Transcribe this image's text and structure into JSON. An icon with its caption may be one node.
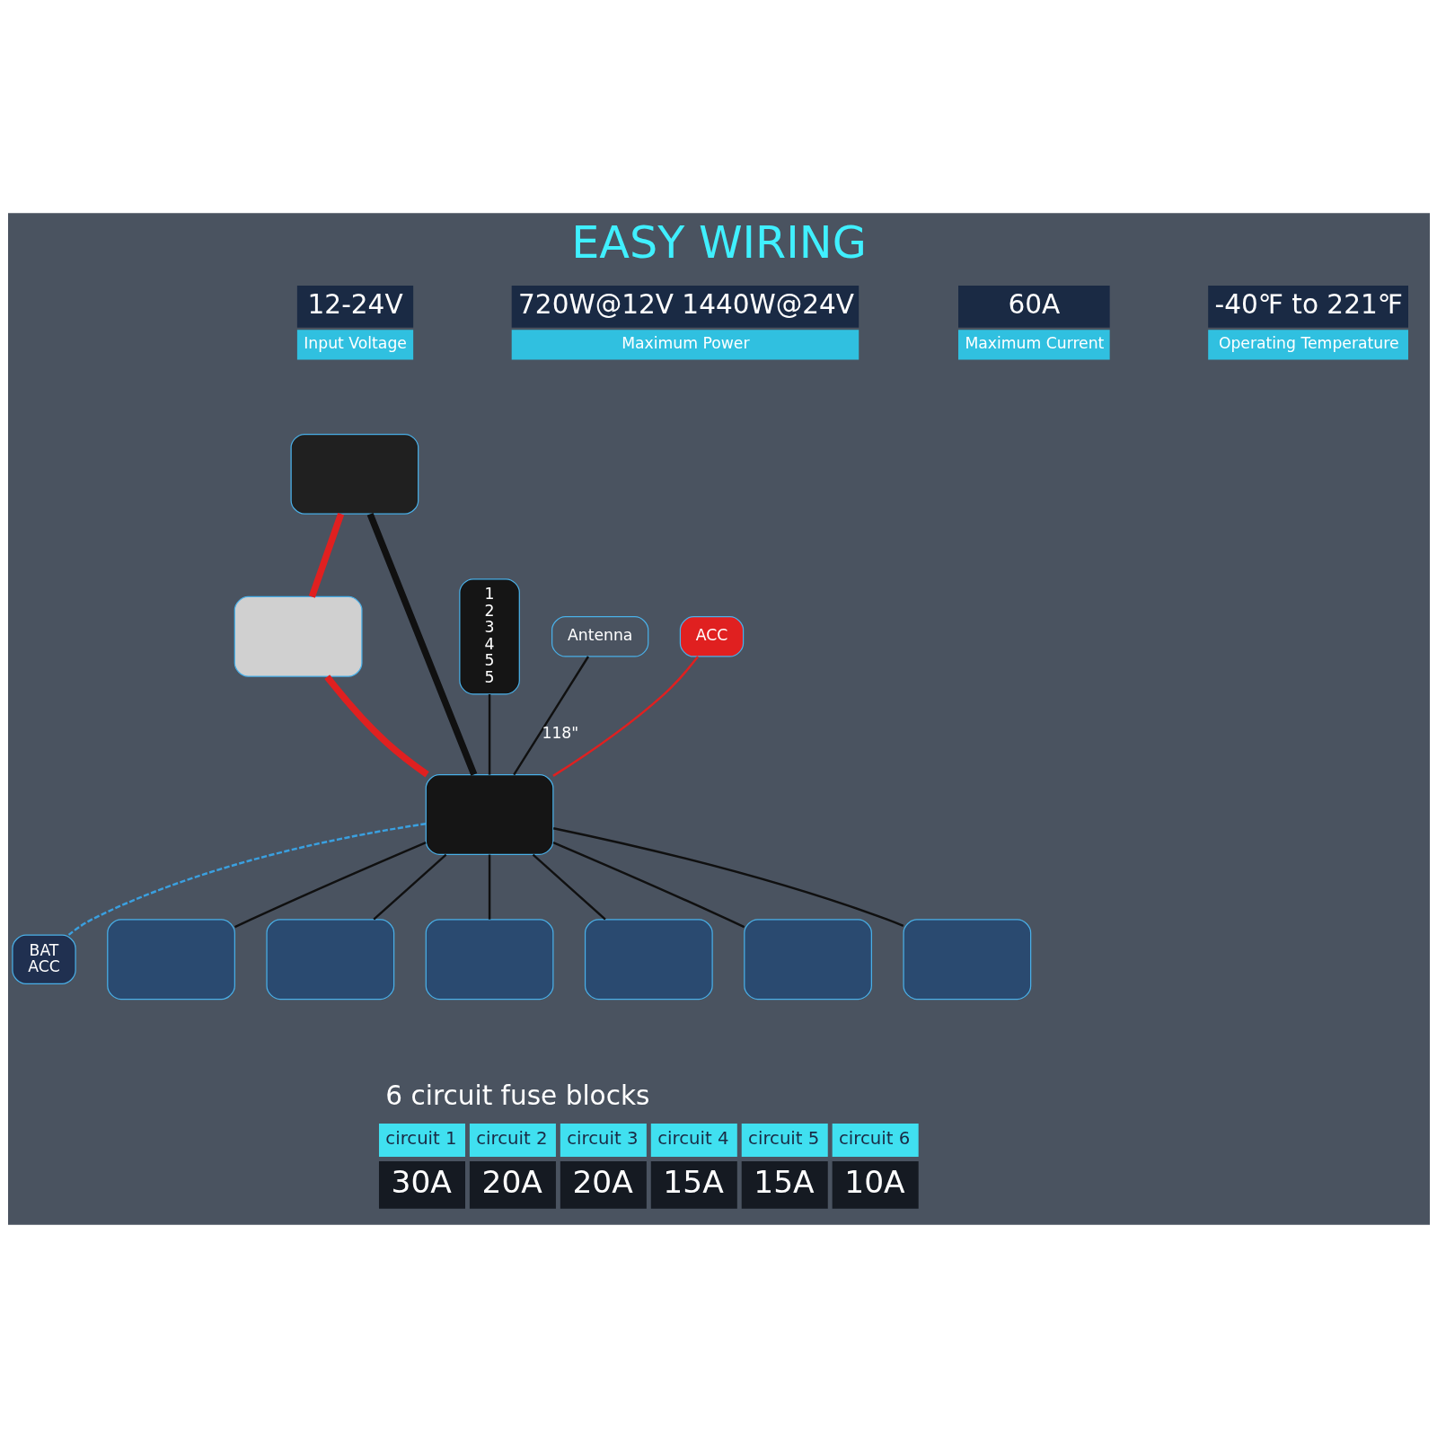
{
  "diagram": {
    "title": "EASY WIRING",
    "nodes": [
      {
        "text": [
          "12-24V",
          "Input Voltage"
        ]
      },
      {
        "text": [
          "720W@12V 1440W@24V",
          "Maximum Power"
        ]
      },
      {
        "text": [
          "60A",
          "Maximum Current"
        ]
      },
      {
        "text": [
          "-40℉ to 221℉",
          "Operating Temperature"
        ]
      },
      {
        "text": [],
        "shape": "box"
      },
      {
        "text": [],
        "shape": "box"
      },
      {
        "text": [
          "1",
          "2",
          "3",
          "4",
          "5",
          "5"
        ]
      },
      {
        "text": [
          "Antenna"
        ]
      },
      {
        "text": [
          "ACC"
        ]
      },
      {
        "text": [],
        "shape": "box"
      },
      {
        "text": [
          "BAT",
          "ACC"
        ]
      },
      {
        "text": [],
        "shape": "box"
      },
      {
        "text": [],
        "shape": "box"
      },
      {
        "text": [],
        "shape": "box"
      },
      {
        "text": [],
        "shape": "box"
      },
      {
        "text": [],
        "shape": "box"
      },
      {
        "text": [],
        "shape": "box"
      }
    ],
    "edges": [
      {
        "from": 4,
        "to": 5,
        "arrow": "none",
        "style": "thick",
        "color": "#e02020"
      },
      {
        "from": 5,
        "to": 9,
        "arrow": "none",
        "style": "thick",
        "color": "#e02020"
      },
      {
        "from": 4,
        "to": 9,
        "arrow": "none",
        "style": "thick"
      },
      {
        "from": 7,
        "to": 9,
        "arrow": "none",
        "label": "118\""
      },
      {
        "from": 6,
        "to": 9,
        "arrow": "none"
      },
      {
        "from": 8,
        "to": 9,
        "arrow": "none",
        "color": "#e02020"
      },
      {
        "from": 9,
        "to": 10,
        "arrow": "none",
        "style": "dashed",
        "color": "#3aa0e0"
      },
      {
        "from": 9,
        "to": 11,
        "arrow": "none"
      },
      {
        "from": 9,
        "to": 12,
        "arrow": "none"
      },
      {
        "from": 9,
        "to": 13,
        "arrow": "none"
      },
      {
        "from": 9,
        "to": 14,
        "arrow": "none"
      },
      {
        "from": 9,
        "to": 15,
        "arrow": "none"
      },
      {
        "from": 9,
        "to": 16,
        "arrow": "none"
      }
    ],
    "labels": [
      "6 circuit fuse blocks",
      "circuit 1",
      "circuit 2",
      "circuit 3",
      "circuit 4",
      "circuit 5",
      "circuit 6",
      "30A",
      "20A",
      "20A",
      "15A",
      "15A",
      "10A"
    ]
  }
}
